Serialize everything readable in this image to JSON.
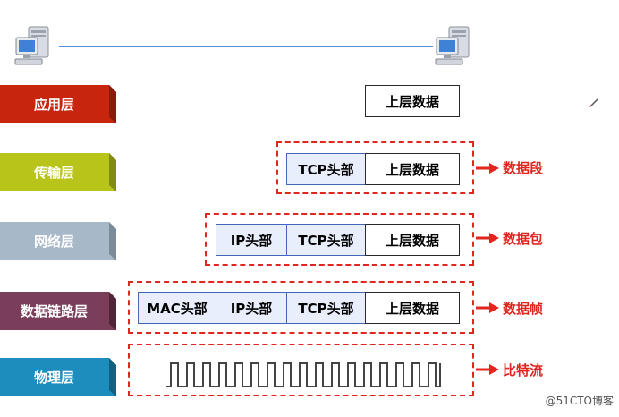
{
  "colors": {
    "application": "#c8250f",
    "transport": "#b9c41b",
    "network": "#a7b9c8",
    "datalink": "#7a3d5a",
    "physical": "#1d8dbd",
    "pdu_red": "#e0261f",
    "header_fill": "#e8eefb",
    "network_line": "#5b8fd6"
  },
  "icons": [
    "computer-icon",
    "arrow-right-icon",
    "pen-icon"
  ],
  "layers": [
    {
      "key": "application",
      "label": "应用层"
    },
    {
      "key": "transport",
      "label": "传输层"
    },
    {
      "key": "network",
      "label": "网络层"
    },
    {
      "key": "datalink",
      "label": "数据链路层"
    },
    {
      "key": "physical",
      "label": "物理层"
    }
  ],
  "segments": {
    "mac_header": "MAC头部",
    "ip_header": "IP头部",
    "tcp_header": "TCP头部",
    "upper_data": "上层数据"
  },
  "pdus": {
    "transport": "数据段",
    "network": "数据包",
    "datalink": "数据帧",
    "physical": "比特流"
  },
  "watermark": "@51CTO博客"
}
